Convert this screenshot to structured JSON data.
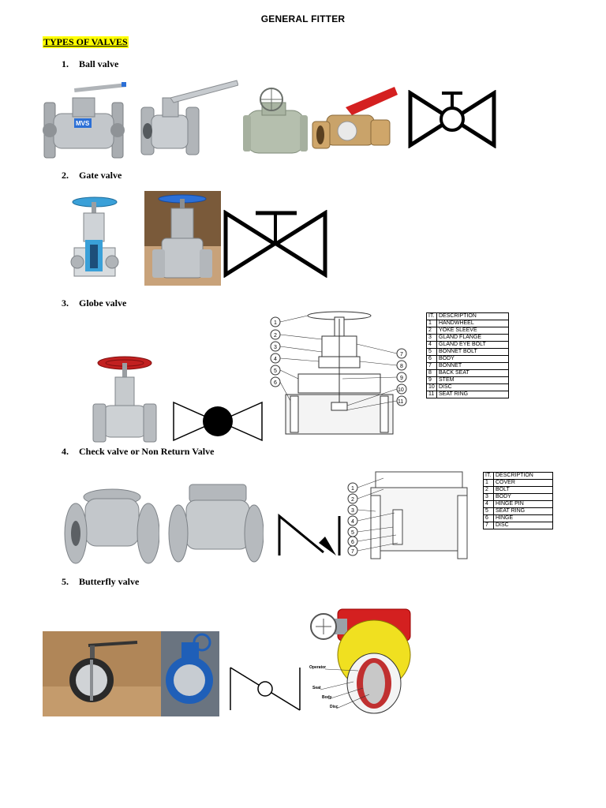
{
  "document": {
    "title": "GENERAL FITTER",
    "section_heading": "TYPES OF VALVES"
  },
  "valves": [
    {
      "number": "1.",
      "name": "Ball valve"
    },
    {
      "number": "2.",
      "name": "Gate valve"
    },
    {
      "number": "3.",
      "name": "Globe valve"
    },
    {
      "number": "4.",
      "name": "Check valve or Non Return Valve"
    },
    {
      "number": "5.",
      "name": "Butterfly valve"
    }
  ],
  "ball_valve": {
    "brand_mark": "MVS"
  },
  "globe_table": {
    "headers": [
      "IT.",
      "DESCRIPTION"
    ],
    "rows": [
      [
        "1",
        "HANDWHEEL"
      ],
      [
        "2",
        "YOKE SLEEVE"
      ],
      [
        "3",
        "GLAND FLANGE"
      ],
      [
        "4",
        "GLAND EYE BOLT"
      ],
      [
        "5",
        "BONNET BOLT"
      ],
      [
        "6",
        "BODY"
      ],
      [
        "7",
        "BONNET"
      ],
      [
        "8",
        "BACK SEAT"
      ],
      [
        "9",
        "STEM"
      ],
      [
        "10",
        "DISC"
      ],
      [
        "11",
        "SEAT RING"
      ]
    ]
  },
  "check_table": {
    "headers": [
      "IT.",
      "DESCRIPTION"
    ],
    "rows": [
      [
        "1",
        "COVER"
      ],
      [
        "2",
        "BOLT"
      ],
      [
        "3",
        "BODY"
      ],
      [
        "4",
        "HINGE PIN"
      ],
      [
        "5",
        "SEAT RING"
      ],
      [
        "6",
        "HINGE"
      ],
      [
        "7",
        "DISC"
      ]
    ]
  },
  "butterfly_labels": {
    "operator": "Operator",
    "seat": "Seat",
    "body": "Body",
    "disc": "Disc"
  },
  "colors": {
    "highlight": "#ffff00",
    "steel": "#b8bcc0",
    "handle_blue": "#2b6fd6",
    "handle_red": "#d42020",
    "gate_blue": "#3aa0d8",
    "butterfly_yellow": "#f0e020"
  }
}
